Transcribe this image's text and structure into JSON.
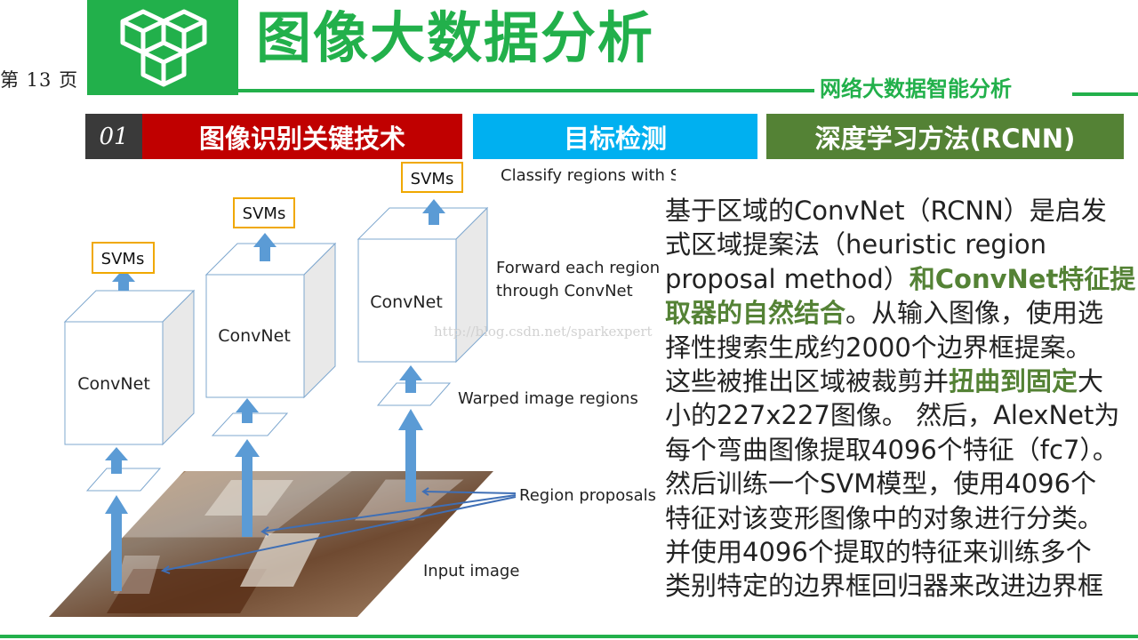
{
  "header": {
    "page_number": "第 13 页",
    "title": "图像大数据分析",
    "subtitle": "网络大数据智能分析",
    "logo_icon": "cubes-icon",
    "accent": "#22b04b"
  },
  "tabs": {
    "number": "01",
    "items": [
      {
        "label": "图像识别关键技术",
        "color": "#c00000"
      },
      {
        "label": "目标检测",
        "color": "#00b0f0"
      },
      {
        "label": "深度学习方法(RCNN)",
        "color": "#548235"
      }
    ]
  },
  "diagram": {
    "svm_label": "SVMs",
    "convnet_label": "ConvNet",
    "classify": "Classify regions with SVMs",
    "forward_line1": "Forward each region",
    "forward_line2": "through ConvNet",
    "warped": "Warped image regions",
    "proposals": "Region proposals",
    "input": "Input image",
    "arrow_color": "#5b9bd5",
    "svm_border": "#f0a800"
  },
  "watermark": "http://blog.csdn.net/sparkexpert",
  "body": {
    "l1": "基于区域的ConvNet（RCNN）是启发",
    "l2": "式区域提案法（heuristic region",
    "l3a": "proposal method）",
    "l3b": "和ConvNet特征提",
    "l4a": "取器的自然结合",
    "l4b": "。从输入图像，使用选",
    "l5": "择性搜索生成约2000个边界框提案。",
    "l6a": "这些被推出区域被裁剪并",
    "l6b": "扭曲到固定",
    "l6c": "大",
    "l7": "小的227x227图像。 然后，AlexNet为",
    "l8": "每个弯曲图像提取4096个特征（fc7）。",
    "l9": "然后训练一个SVM模型，使用4096个",
    "l10": "特征对该变形图像中的对象进行分类。",
    "l11": "并使用4096个提取的特征来训练多个",
    "l12": "类别特定的边界框回归器来改进边界框"
  }
}
